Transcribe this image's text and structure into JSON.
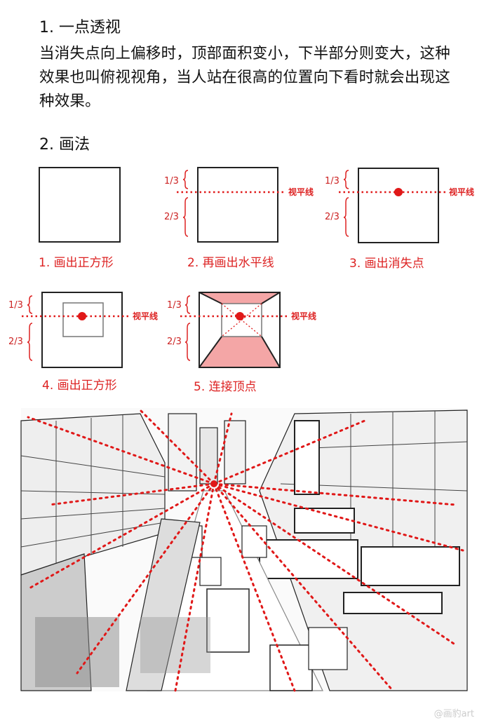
{
  "heading1": "1. 一点透视",
  "paragraph": "当消失点向上偏移时，顶部面积变小，下半部分则变大，这种效果也叫俯视视角，当人站在很高的位置向下看时就会出现这种效果。",
  "heading2": "2. 画法",
  "diagram": {
    "one_third": "1/3",
    "two_thirds": "2/3",
    "horizon_label": "视平线",
    "steps": [
      "1. 画出正方形",
      "2. 再画出水平线",
      "3.  画出消失点",
      "4. 画出正方形",
      "5. 连接顶点"
    ],
    "colors": {
      "accent": "#e01818",
      "fill": "#f4a6a6",
      "line": "#222222"
    }
  },
  "watermark": "@画豹art"
}
